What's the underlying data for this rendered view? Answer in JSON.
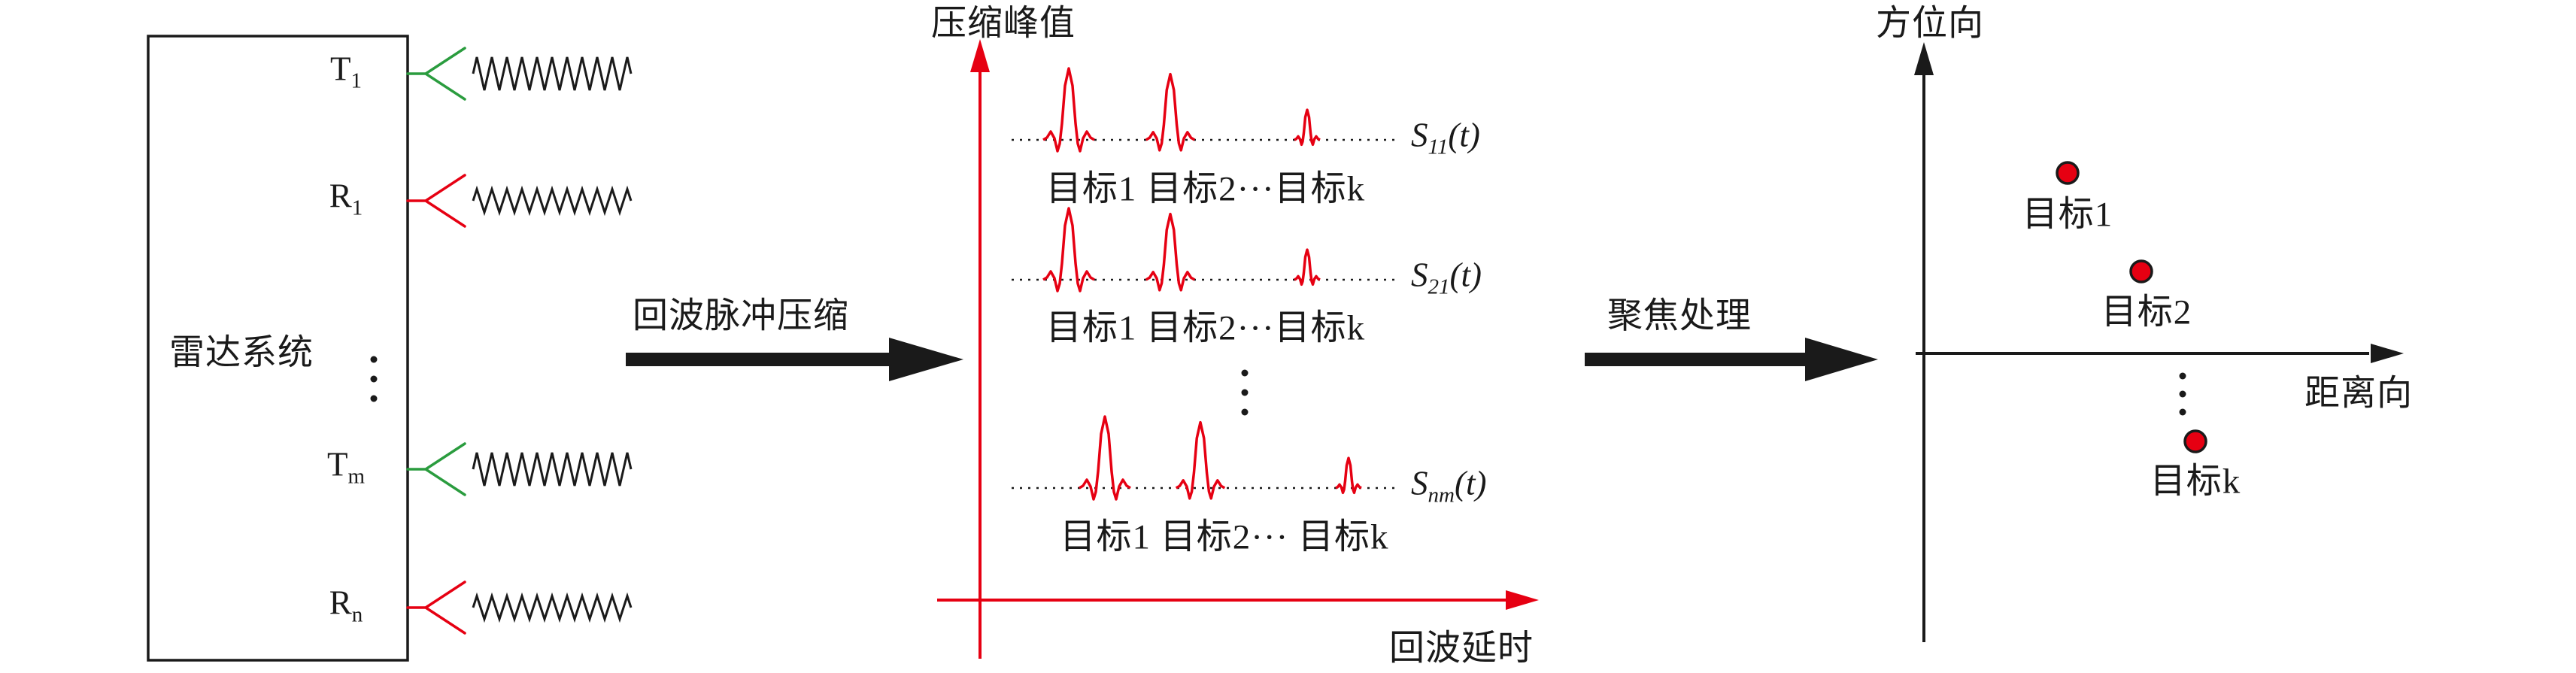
{
  "diagram": {
    "radar_box": {
      "label": "雷达系统",
      "antennas": [
        {
          "base": "T",
          "sub": "1"
        },
        {
          "base": "R",
          "sub": "1"
        },
        {
          "base": "T",
          "sub": "m"
        },
        {
          "base": "R",
          "sub": "n"
        }
      ]
    },
    "arrow1_label": "回波脉冲压缩",
    "arrow2_label": "聚焦处理",
    "pulse_plot": {
      "y_axis_label": "压缩峰值",
      "x_axis_label": "回波延时",
      "rows": [
        {
          "signal_base": "S",
          "signal_sub": "11",
          "signal_arg": "(t)",
          "targets": "目标1 目标2···目标k"
        },
        {
          "signal_base": "S",
          "signal_sub": "21",
          "signal_arg": "(t)",
          "targets": "目标1 目标2···目标k"
        },
        {
          "signal_base": "S",
          "signal_sub": "nm",
          "signal_arg": "(t)",
          "targets": "目标1 目标2··· 目标k"
        }
      ]
    },
    "focus_plot": {
      "y_axis_label": "方位向",
      "x_axis_label": "距离向",
      "targets": [
        {
          "label": "目标1"
        },
        {
          "label": "目标2"
        },
        {
          "label": "目标k"
        }
      ]
    },
    "colors": {
      "axis_red": "#e60012",
      "tx_green": "#2a9c3e",
      "ink_black": "#1a1a1a",
      "target_dot_fill": "#e60012"
    }
  }
}
